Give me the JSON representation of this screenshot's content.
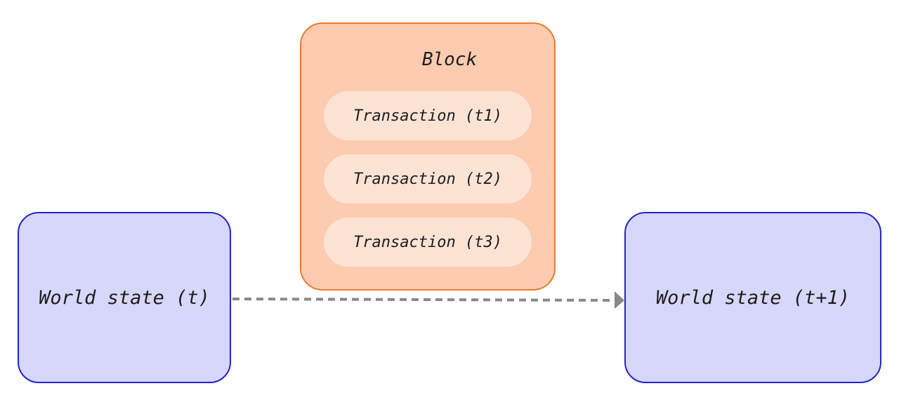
{
  "colors": {
    "state_fill": "#d7d7fb",
    "state_border": "#2222d6",
    "block_fill": "#fccbb0",
    "block_border": "#ee7a2e",
    "transaction_fill": "#fde3d4",
    "arrow": "#888888"
  },
  "world_state_before": "World state (t)",
  "world_state_after": "World state (t+1)",
  "block": {
    "title": "Block",
    "transactions": [
      "Transaction (t1)",
      "Transaction (t2)",
      "Transaction (t3)"
    ]
  },
  "arrow_style": "dashed"
}
